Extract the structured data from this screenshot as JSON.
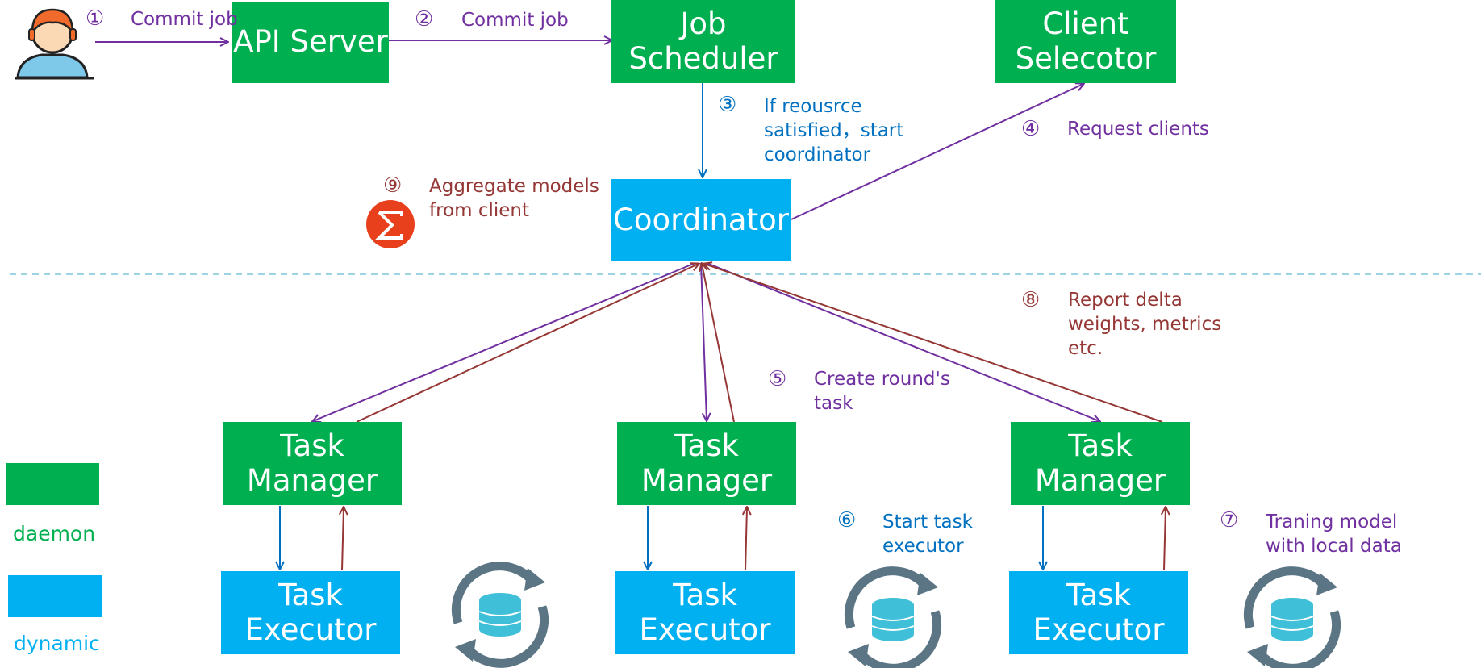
{
  "colors": {
    "daemon": "#00b050",
    "dynamic": "#00b0f0",
    "purple": "#7030a0",
    "blue": "#0070c0",
    "red": "#953735",
    "divider": "#9dd3e3"
  },
  "nodes": {
    "api_server": "API Server",
    "job_scheduler": [
      "Job",
      "Scheduler"
    ],
    "client_selector": [
      "Client",
      "Selecotor"
    ],
    "coordinator": "Coordinator",
    "task_manager": [
      "Task",
      "Manager"
    ],
    "task_executor": [
      "Task",
      "Executor"
    ]
  },
  "steps": [
    {
      "num": "①",
      "text": [
        "Commit job"
      ]
    },
    {
      "num": "②",
      "text": [
        "Commit job"
      ]
    },
    {
      "num": "③",
      "text": [
        "If reousrce",
        "satisfied，start",
        "coordinator"
      ]
    },
    {
      "num": "④",
      "text": [
        "Request clients"
      ]
    },
    {
      "num": "⑤",
      "text": [
        "Create round's",
        "task"
      ]
    },
    {
      "num": "⑥",
      "text": [
        "Start task",
        "executor"
      ]
    },
    {
      "num": "⑦",
      "text": [
        "Traning model",
        "with local data"
      ]
    },
    {
      "num": "⑧",
      "text": [
        "Report delta",
        "weights, metrics",
        "etc."
      ]
    },
    {
      "num": "⑨",
      "text": [
        "Aggregate models",
        "from client"
      ]
    }
  ],
  "legend": {
    "daemon": "daemon",
    "dynamic": "dynamic"
  },
  "icons": [
    "user-icon",
    "sigma-icon",
    "database-sync-icon"
  ]
}
